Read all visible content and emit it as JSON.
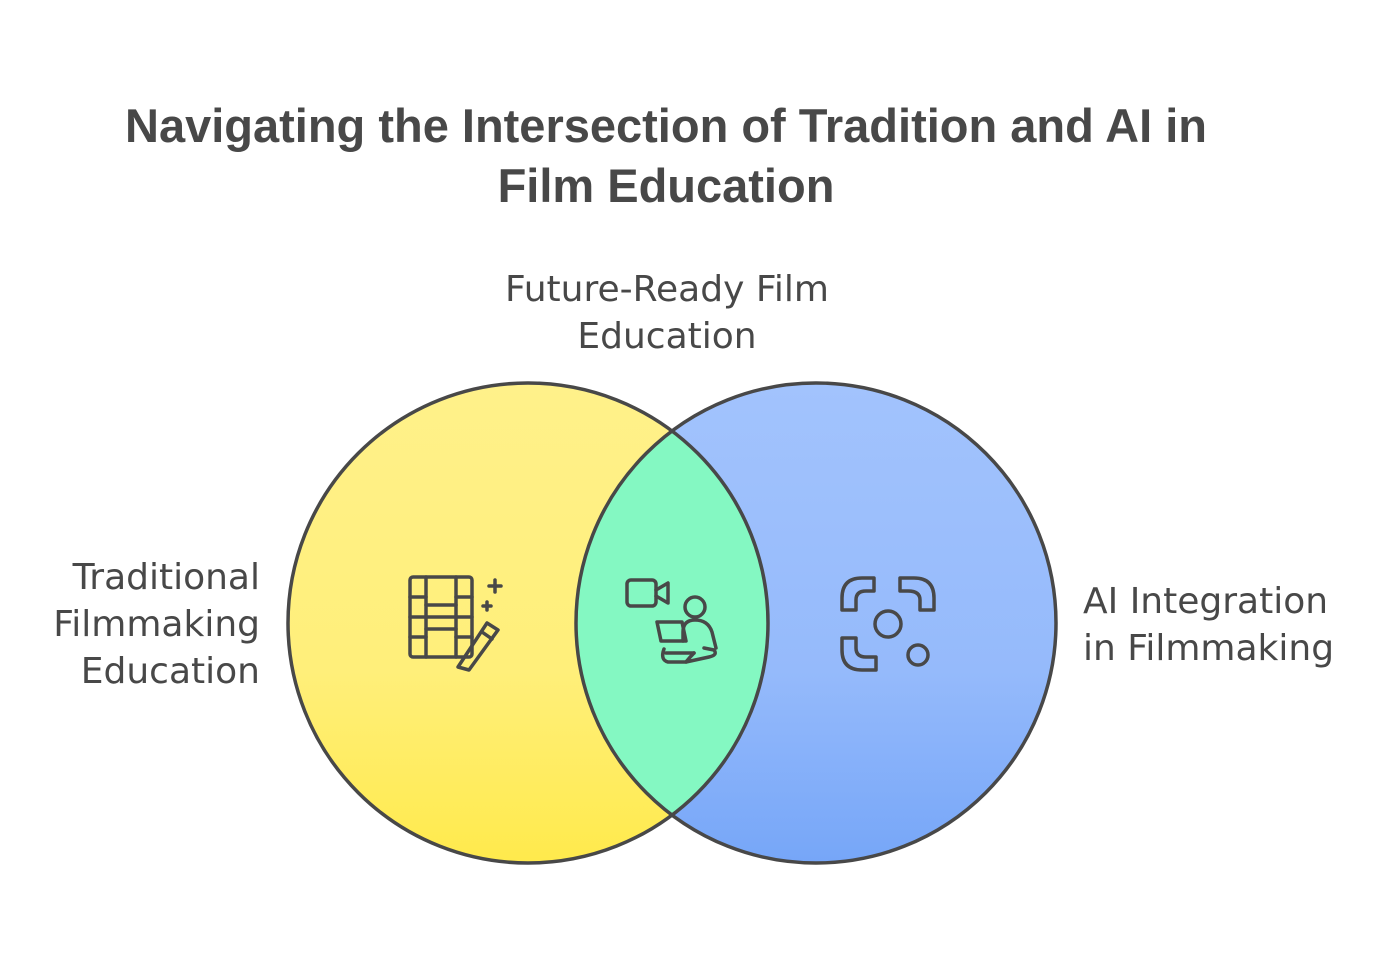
{
  "title": {
    "line1": "Navigating the Intersection of Tradition and AI in",
    "line2": "Film Education"
  },
  "sets": {
    "left": {
      "label_lines": [
        "Traditional",
        "Filmmaking",
        "Education"
      ],
      "color": "#FFEB5C",
      "icon": "film-edit-icon"
    },
    "right": {
      "label_lines": [
        "AI Integration",
        "in Filmmaking"
      ],
      "color": "#8FB5FB",
      "icon": "ai-scan-icon"
    },
    "intersection": {
      "label_lines": [
        "Future-Ready Film",
        "Education"
      ],
      "color": "#84F8C2",
      "icon": "online-video-learning-icon"
    }
  },
  "outline_color": "#484848"
}
